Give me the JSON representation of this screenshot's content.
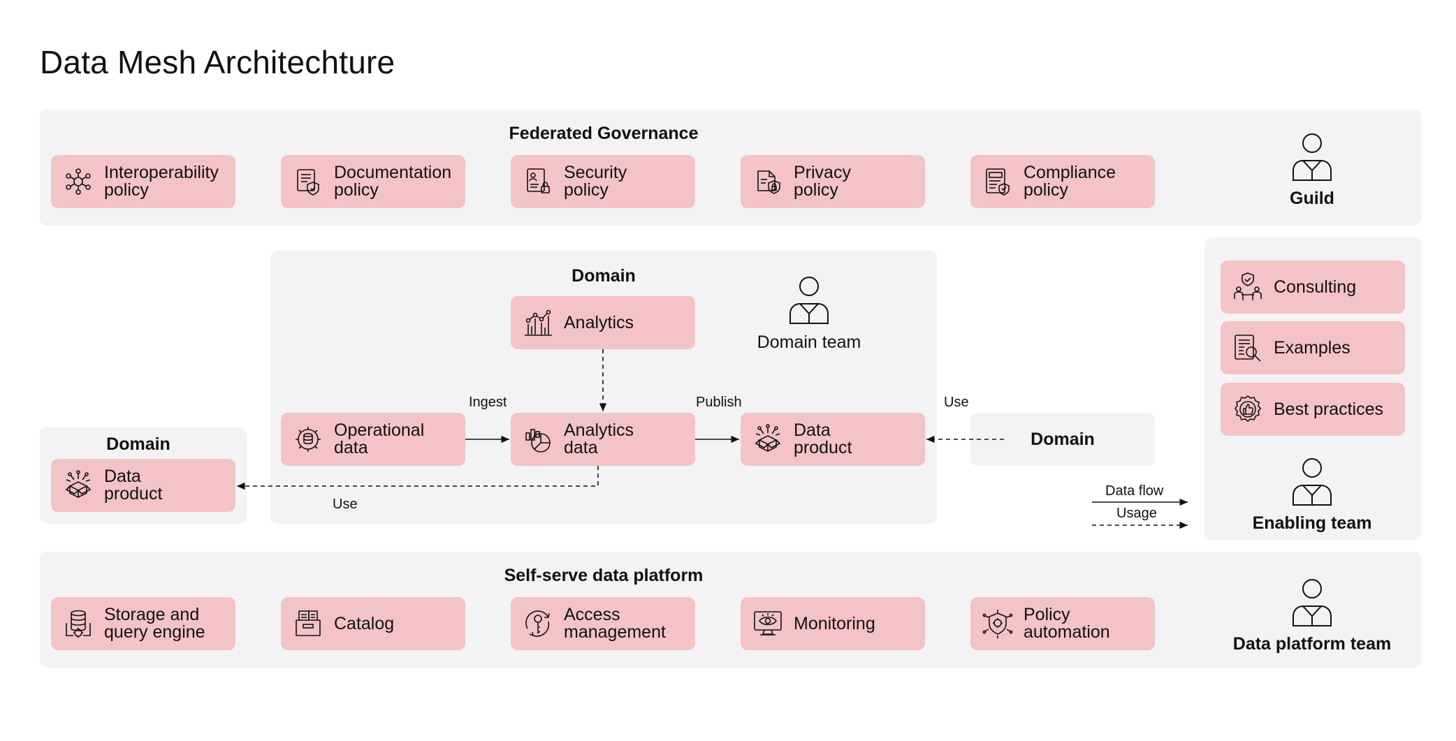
{
  "title": "Data Mesh Architechture",
  "governance": {
    "title": "Federated Governance",
    "cards": [
      {
        "label": "Interoperability\npolicy",
        "icon": "network-icon"
      },
      {
        "label": "Documentation\npolicy",
        "icon": "document-shield-icon"
      },
      {
        "label": "Security\npolicy",
        "icon": "document-lock-icon"
      },
      {
        "label": "Privacy\npolicy",
        "icon": "privacy-shield-icon"
      },
      {
        "label": "Compliance\npolicy",
        "icon": "compliance-document-icon"
      }
    ],
    "team": "Guild"
  },
  "domain_main": {
    "title": "Domain",
    "team": "Domain team",
    "analytics": "Analytics",
    "operational_data": "Operational\ndata",
    "analytics_data": "Analytics\ndata",
    "data_product": "Data\nproduct"
  },
  "domain_left": {
    "title": "Domain",
    "data_product": "Data\nproduct"
  },
  "domain_right": {
    "title": "Domain"
  },
  "flow_labels": {
    "ingest": "Ingest",
    "publish": "Publish",
    "use_right": "Use",
    "use_bottom": "Use"
  },
  "legend": {
    "data_flow": "Data flow",
    "usage": "Usage"
  },
  "enabling": {
    "cards": [
      {
        "label": "Consulting",
        "icon": "consulting-icon"
      },
      {
        "label": "Examples",
        "icon": "examples-icon"
      },
      {
        "label": "Best practices",
        "icon": "best-practices-icon"
      }
    ],
    "team": "Enabling team"
  },
  "platform": {
    "title": "Self-serve data platform",
    "cards": [
      {
        "label": "Storage and\nquery engine",
        "icon": "database-gear-icon"
      },
      {
        "label": "Catalog",
        "icon": "catalog-icon"
      },
      {
        "label": "Access\nmanagement",
        "icon": "key-access-icon"
      },
      {
        "label": "Monitoring",
        "icon": "monitor-eye-icon"
      },
      {
        "label": "Policy\nautomation",
        "icon": "policy-automation-icon"
      }
    ],
    "team": "Data platform team"
  },
  "colors": {
    "card": "#f4c3c5",
    "panel": "#f3f3f5",
    "ink": "#111111"
  }
}
